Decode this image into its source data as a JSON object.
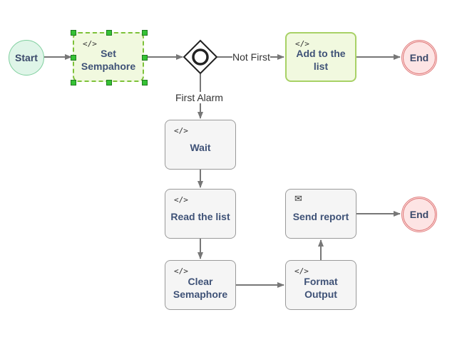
{
  "nodes": {
    "start": "Start",
    "set_semaphore": "Set Sempahore",
    "add_to_list": "Add to the list",
    "end_top": "End",
    "wait": "Wait",
    "read_list": "Read the list",
    "clear_semaphore": "Clear Semaphore",
    "format_output": "Format Output",
    "send_report": "Send report",
    "end_bottom": "End"
  },
  "edge_labels": {
    "not_first": "Not First",
    "first_alarm": "First Alarm"
  },
  "icons": {
    "script": "script-icon",
    "mail": "envelope-icon",
    "gateway": "event-based-gateway-icon"
  },
  "colors": {
    "task_text": "#3f5277",
    "start_fill": "#dff5e8",
    "end_fill": "#fde4e4",
    "highlight_fill": "#f1f9df",
    "highlight_border": "#a8d166",
    "edge": "#777777"
  }
}
